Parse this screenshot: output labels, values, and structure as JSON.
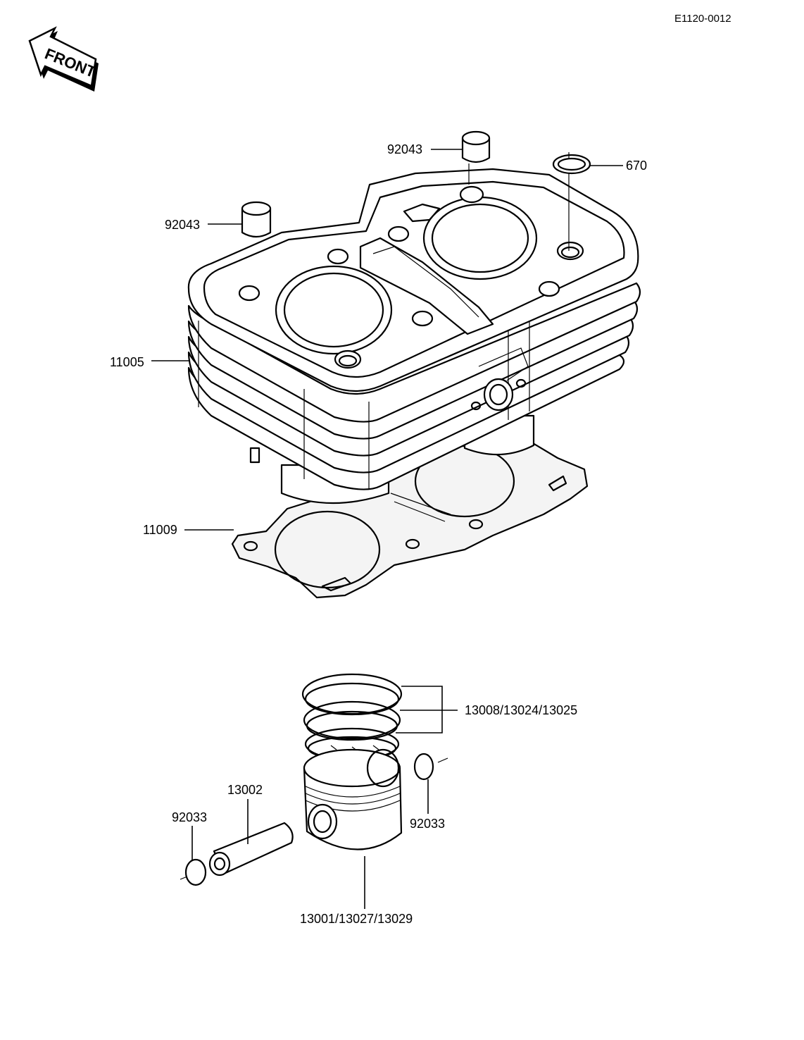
{
  "document_code": "E1120-0012",
  "front_label": "FRONT",
  "labels": {
    "dowel_top": "92043",
    "dowel_left": "92043",
    "o_ring": "670",
    "cylinder": "11005",
    "base_gasket": "11009",
    "piston_rings": "13008/13024/13025",
    "piston_pin": "13002",
    "circlip_left": "92033",
    "circlip_right": "92033",
    "piston": "13001/13027/13029"
  }
}
